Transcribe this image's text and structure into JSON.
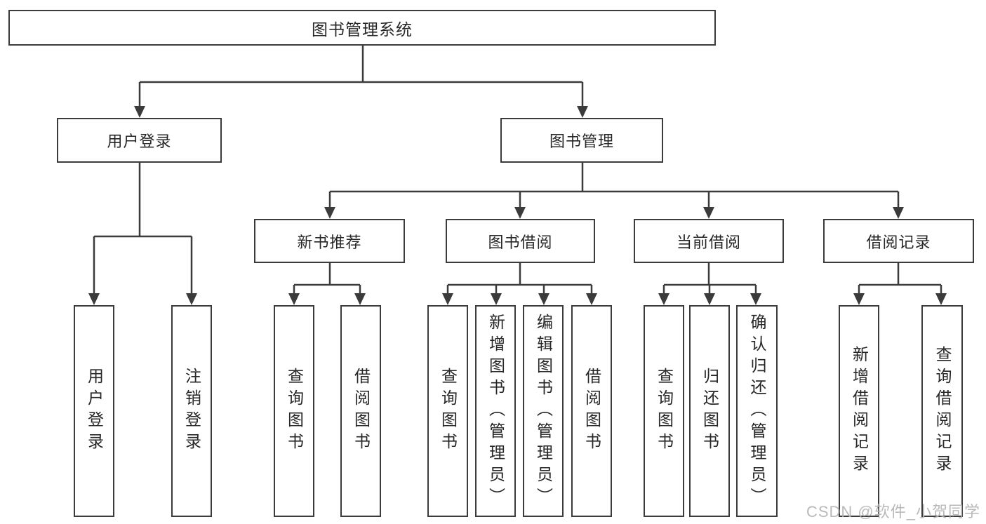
{
  "colors": {
    "line": "#3b3b3b",
    "text": "#262626",
    "background": "#ffffff",
    "watermark": "#b4b4b4"
  },
  "watermark": "CSDN @软件_小贺同学",
  "tree": {
    "root": "图书管理系统",
    "branches": [
      {
        "label": "用户登录",
        "leaves": [
          "用户登录",
          "注销登录"
        ]
      },
      {
        "label": "图书管理",
        "children": [
          {
            "label": "新书推荐",
            "leaves": [
              "查询图书",
              "借阅图书"
            ]
          },
          {
            "label": "图书借阅",
            "leaves": [
              "查询图书",
              "新增图书（管理员）",
              "编辑图书（管理员）",
              "借阅图书"
            ]
          },
          {
            "label": "当前借阅",
            "leaves": [
              "查询图书",
              "归还图书",
              "确认归还（管理员）"
            ]
          },
          {
            "label": "借阅记录",
            "leaves": [
              "新增借阅记录",
              "查询借阅记录"
            ]
          }
        ]
      }
    ]
  }
}
